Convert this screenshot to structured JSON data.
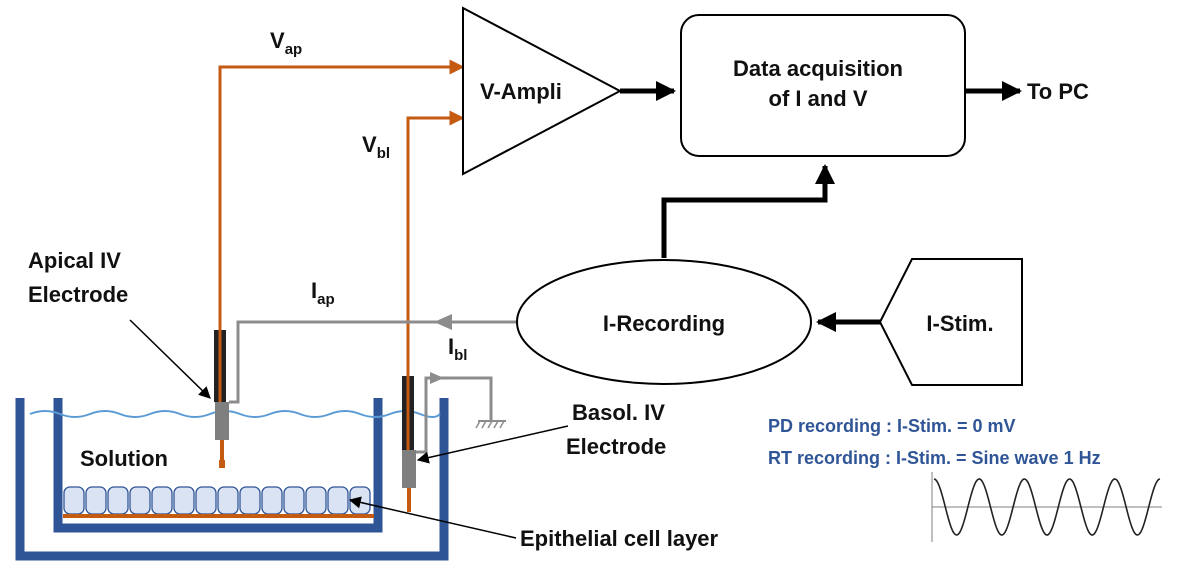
{
  "labels": {
    "v_ap": "V",
    "v_ap_sub": "ap",
    "v_bl": "V",
    "v_bl_sub": "bl",
    "i_ap": "I",
    "i_ap_sub": "ap",
    "i_bl": "I",
    "i_bl_sub": "bl",
    "v_ampli": "V-Ampli",
    "daq_line1": "Data acquisition",
    "daq_line2": "of I and V",
    "to_pc": "To PC",
    "i_recording": "I-Recording",
    "i_stim": "I-Stim.",
    "apical_line1": "Apical IV",
    "apical_line2": "Electrode",
    "basol_line1": "Basol. IV",
    "basol_line2": "Electrode",
    "solution": "Solution",
    "epithelial": "Epithelial cell layer",
    "pd_recording": "PD recording : I-Stim. = 0 mV",
    "rt_recording": "RT recording : I-Stim. = Sine wave 1 Hz"
  },
  "colors": {
    "voltage_wire": "#c55a11",
    "current_wire": "#8c8c8c",
    "tank": "#2f5597",
    "water": "#5b9bd5",
    "cell_fill": "#dae3f3",
    "note_text": "#2f5597",
    "electrode_tip": "#7f7f7f",
    "black": "#000000"
  }
}
